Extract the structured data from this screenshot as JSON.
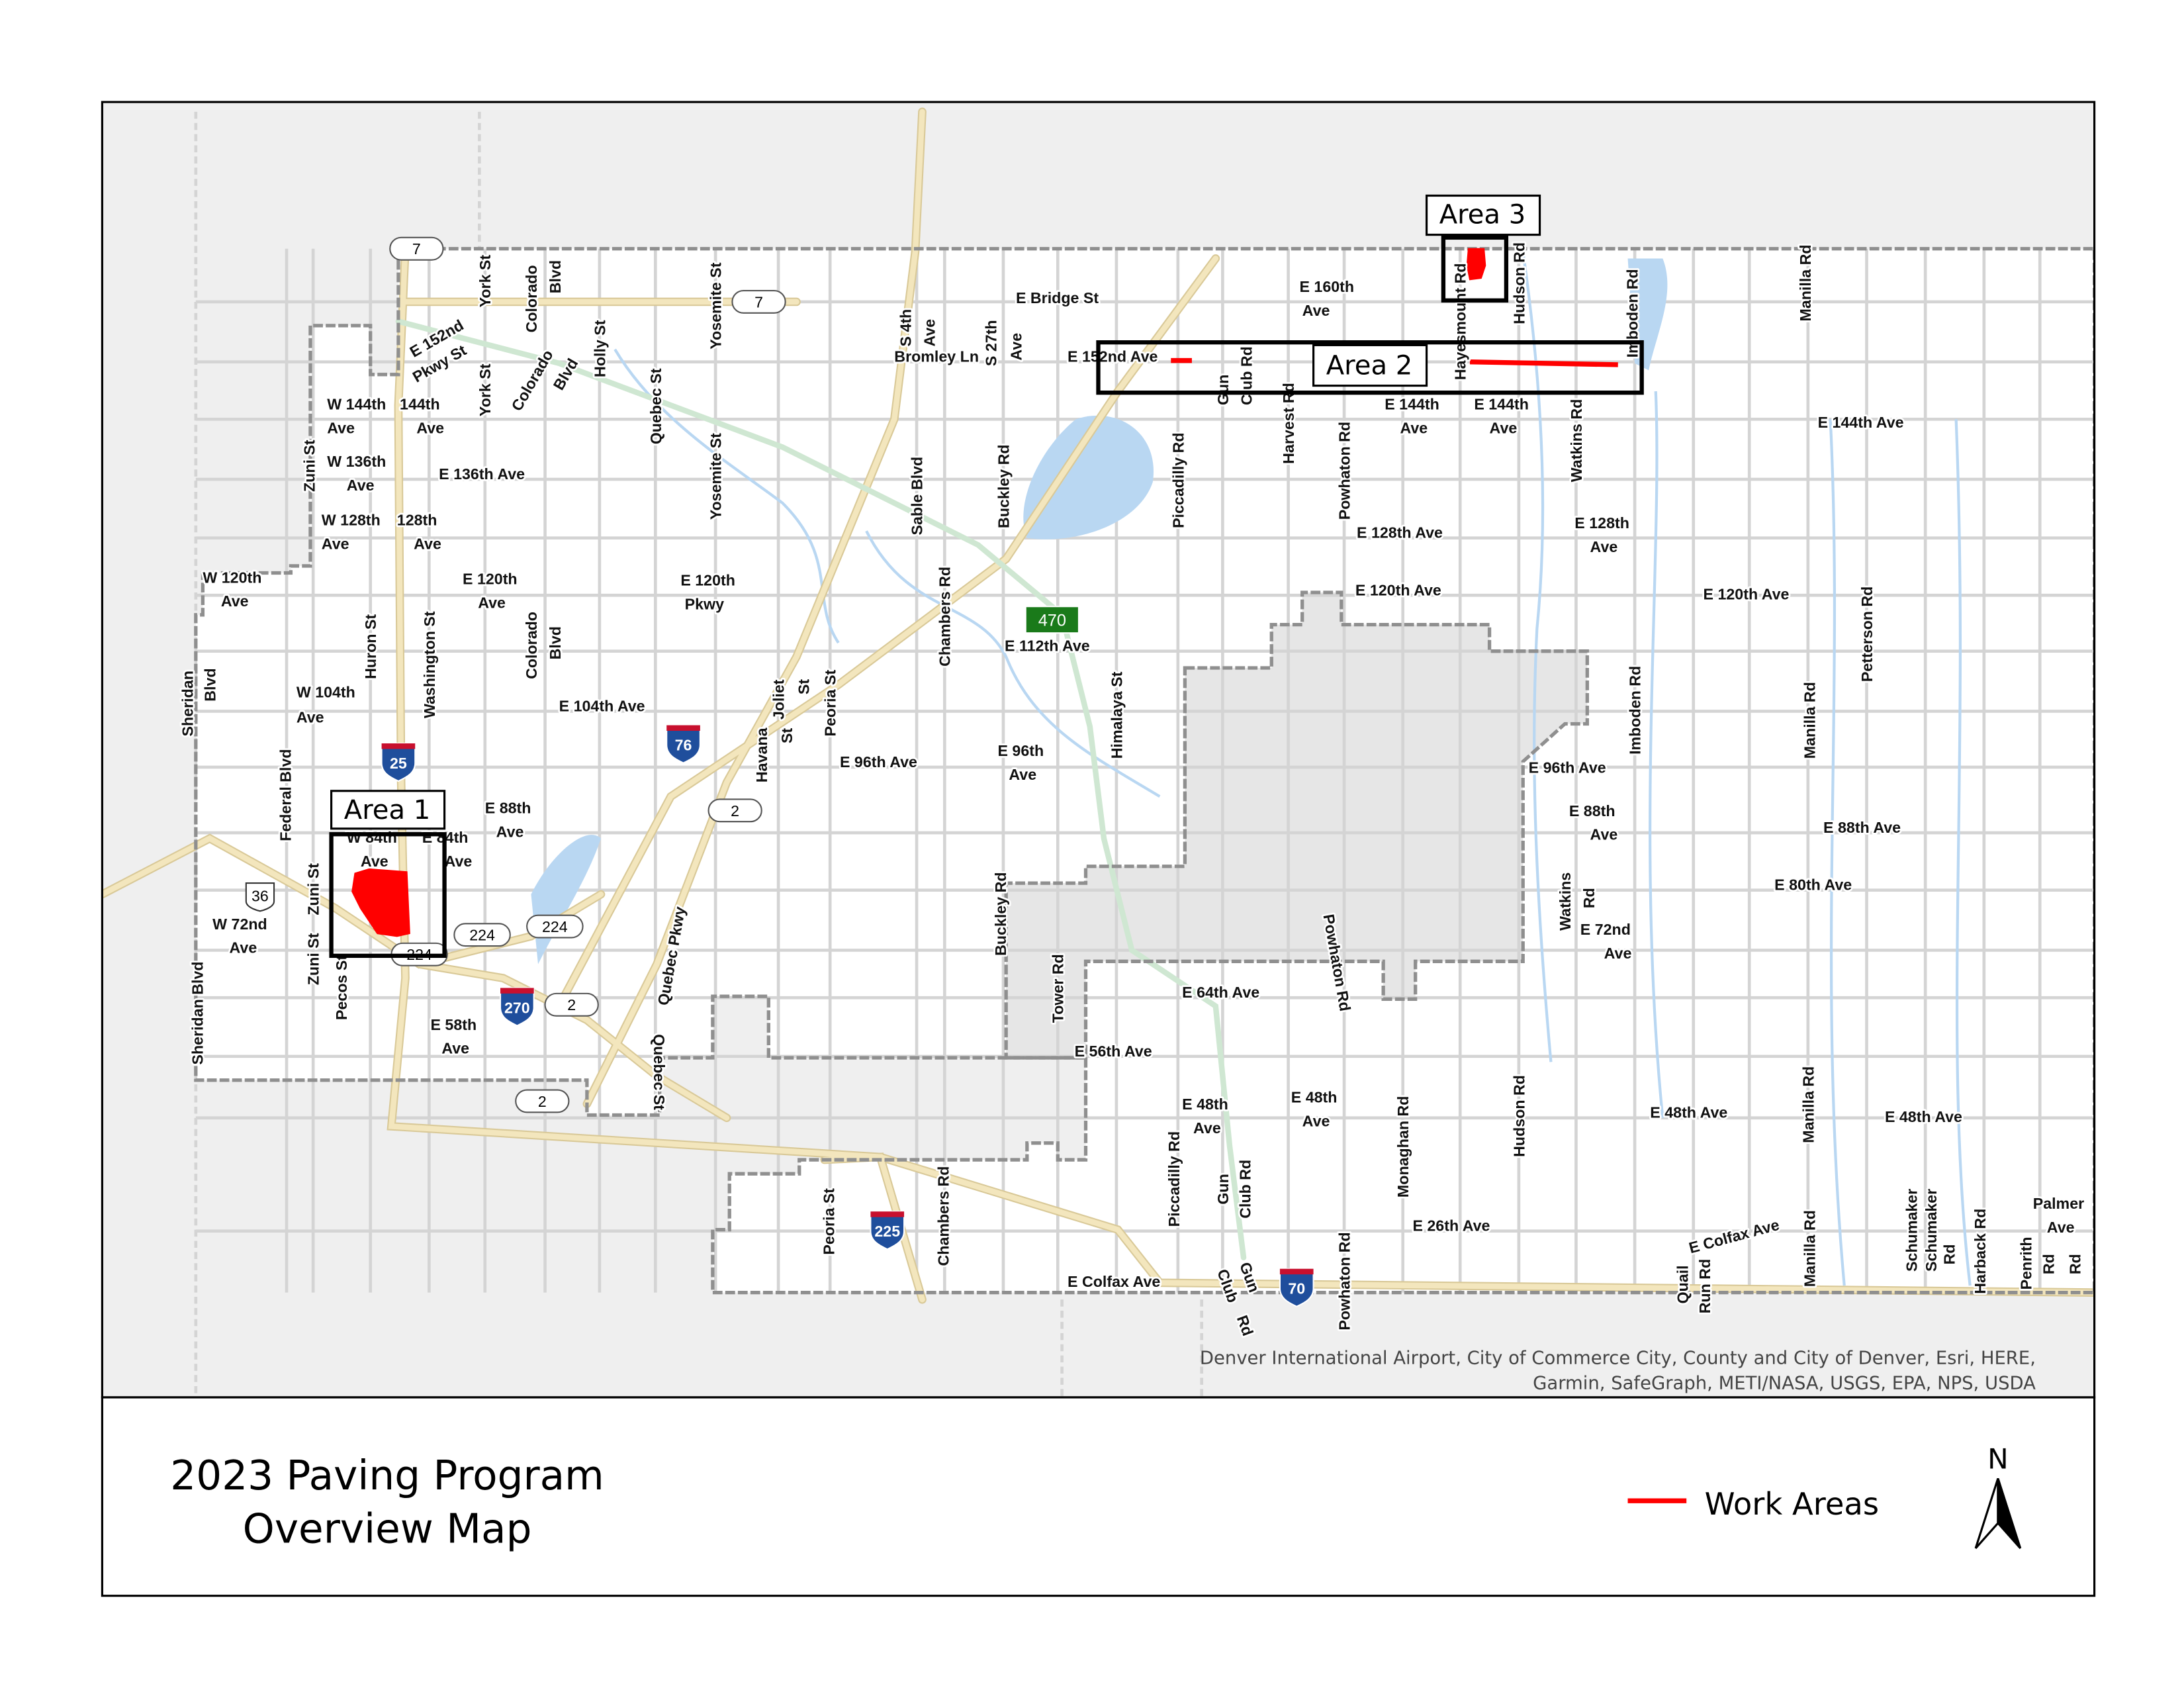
{
  "title": {
    "line1": "2023 Paving Program",
    "line2": "Overview Map"
  },
  "legend": {
    "label": "Work Areas",
    "color": "#ff0000"
  },
  "north_arrow": {
    "label": "N",
    "icon": "north-arrow-icon"
  },
  "attribution": {
    "line1": "Denver International Airport, City of Commerce City, County and City of Denver, Esri, HERE,",
    "line2": "Garmin, SafeGraph, METI/NASA, USGS, EPA, NPS, USDA"
  },
  "areas": [
    {
      "label": "Area 1"
    },
    {
      "label": "Area 2"
    },
    {
      "label": "Area 3"
    }
  ],
  "colors": {
    "work_area": "#ff0000",
    "water": "#b9d7f2",
    "highway": "#f3e6bd",
    "background": "#efefef",
    "boundary": "#8a8a8a",
    "interstate": "#1f4e9c",
    "toll": "#1a7a1a"
  },
  "shields": {
    "interstates": [
      "25",
      "76",
      "270",
      "225",
      "70"
    ],
    "state_routes": [
      "7",
      "7",
      "2",
      "2",
      "2",
      "224",
      "224",
      "224"
    ],
    "us_routes": [
      "36"
    ],
    "toll": [
      "470"
    ]
  },
  "map": {
    "labels": [
      "E Bridge St",
      "E 160th",
      "Ave",
      "Bromley Ln",
      "E 152nd Ave",
      "W 144th",
      "144th",
      "Ave",
      "Ave",
      "W 136th",
      "Ave",
      "E 136th Ave",
      "W 128th",
      "128th",
      "Ave",
      "Ave",
      "W 120th",
      "Ave",
      "E 120th",
      "Ave",
      "E 120th",
      "Pkwy",
      "E 144th",
      "Ave",
      "E 144th",
      "Ave",
      "E 144th Ave",
      "E 128th Ave",
      "E 128th",
      "Ave",
      "E 120th Ave",
      "E 120th Ave",
      "E 112th Ave",
      "W 104th",
      "Ave",
      "E 104th Ave",
      "E 96th Ave",
      "E 96th",
      "Ave",
      "E 96th Ave",
      "E 88th",
      "Ave",
      "E 88th",
      "Ave",
      "E 88th Ave",
      "W 84th",
      "Ave",
      "E 84th",
      "Ave",
      "E 80th Ave",
      "W 72nd",
      "Ave",
      "E 72nd",
      "Ave",
      "E 64th Ave",
      "E 58th",
      "Ave",
      "E 56th Ave",
      "E 48th",
      "Ave",
      "E 48th",
      "Ave",
      "E 48th Ave",
      "E 48th Ave",
      "E 26th Ave",
      "E Colfax Ave",
      "E Colfax Ave",
      "Palmer",
      "Ave",
      "Rd",
      "York St",
      "Colorado",
      "Blvd",
      "Holly St",
      "Yosemite St",
      "S 4th",
      "Ave",
      "S 27th",
      "Ave",
      "Gun",
      "Club Rd",
      "Harvest Rd",
      "Powhaton Rd",
      "Hayesmount Rd",
      "Hudson Rd",
      "Imboden Rd",
      "Watkins Rd",
      "Manilla Rd",
      "Zuni St",
      "York St",
      "Colorado",
      "Blvd",
      "E 152nd",
      "Pkwy St",
      "Quebec St",
      "Yosemite St",
      "Sable Blvd",
      "Buckley Rd",
      "Piccadilly Rd",
      "Chambers Rd",
      "Huron St",
      "Washington St",
      "Colorado",
      "Blvd",
      "Sheridan",
      "Blvd",
      "Joliet",
      "St",
      "Havana",
      "St",
      "Peoria St",
      "Himalaya St",
      "Imboden Rd",
      "Manilla Rd",
      "Petterson Rd",
      "Federal Blvd",
      "Zuni St",
      "Zuni St",
      "Pecos St",
      "Sheridan Blvd",
      "Quebec Pkwy",
      "Buckley Rd",
      "Tower Rd",
      "Watkins",
      "Rd",
      "Powhaton Rd",
      "Quebec St",
      "Monaghan Rd",
      "Hudson Rd",
      "Manilla Rd",
      "Piccadilly Rd",
      "Gun",
      "Club Rd",
      "Peoria St",
      "Chambers Rd",
      "Gun",
      "Club",
      "Rd",
      "Powhaton Rd",
      "Manilla Rd",
      "Quail",
      "Run Rd",
      "Schumaker",
      "Schumaker",
      "Rd",
      "Harback Rd",
      "Penrith",
      "Rd"
    ]
  }
}
